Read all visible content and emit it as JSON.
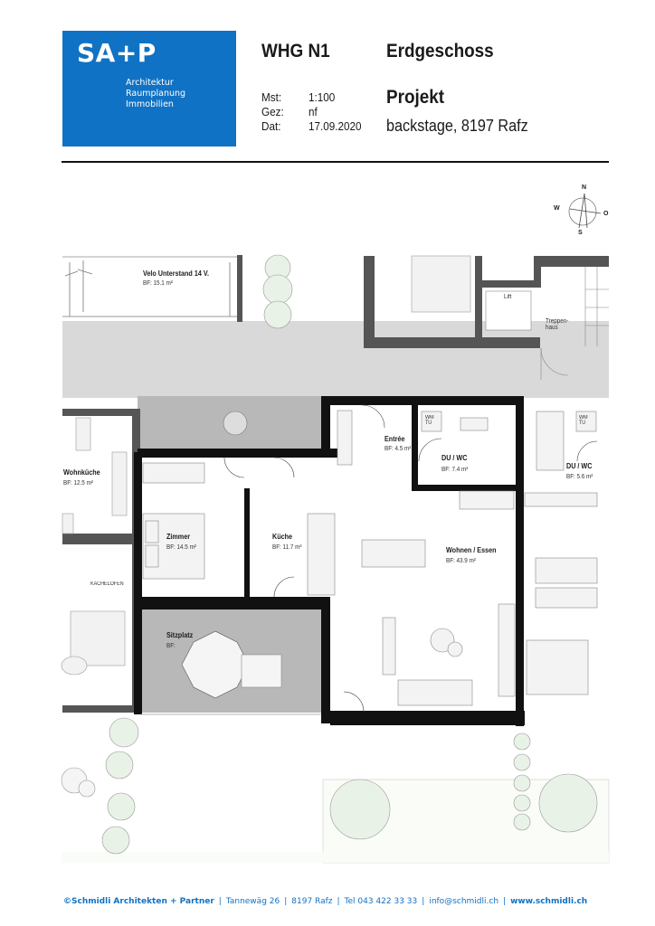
{
  "logo": {
    "main": "SA+P",
    "lines": [
      "Architektur",
      "Raumplanung",
      "Immobilien"
    ],
    "color": "#1072c4"
  },
  "header": {
    "unit": "WHG N1",
    "floor": "Erdgeschoss",
    "meta": [
      {
        "label": "Mst:",
        "value": "1:100"
      },
      {
        "label": "Gez:",
        "value": "nf"
      },
      {
        "label": "Dat:",
        "value": "17.09.2020"
      }
    ],
    "project_label": "Projekt",
    "project_name": "backstage, 8197 Rafz"
  },
  "compass": {
    "n": "N",
    "s": "S",
    "w": "W",
    "o": "O"
  },
  "rooms": [
    {
      "name": "Velo Unterstand 14 V.",
      "area": "BF: 15.1 m²"
    },
    {
      "name": "Lift",
      "area": ""
    },
    {
      "name": "Treppen-",
      "name2": "haus"
    },
    {
      "name": "Entrée",
      "area": "BF: 4.5 m²"
    },
    {
      "name": "DU / WC",
      "area": "BF: 7.4 m²"
    },
    {
      "name": "DU / WC",
      "area": "BF: 5.6 m²"
    },
    {
      "name": "Wohnküche",
      "area": "BF: 12.5 m²"
    },
    {
      "name": "Zimmer",
      "area": "BF: 14.5 m²"
    },
    {
      "name": "Küche",
      "area": "BF: 11.7 m²"
    },
    {
      "name": "Wohnen / Essen",
      "area": "BF: 43.9 m²"
    },
    {
      "name": "Sitzplatz",
      "area": "BF:"
    }
  ],
  "fixtures": {
    "wm_tu": "WM",
    "wm_tu2": "TU",
    "kachelofen": "KACHELOFEN"
  },
  "footer": {
    "company": "©Schmidli Architekten + Partner",
    "address": "Tannewäg 26",
    "city": "8197 Rafz",
    "tel": "Tel 043 422 33 33",
    "email": "info@schmidli.ch",
    "web": "www.schmidli.ch"
  }
}
